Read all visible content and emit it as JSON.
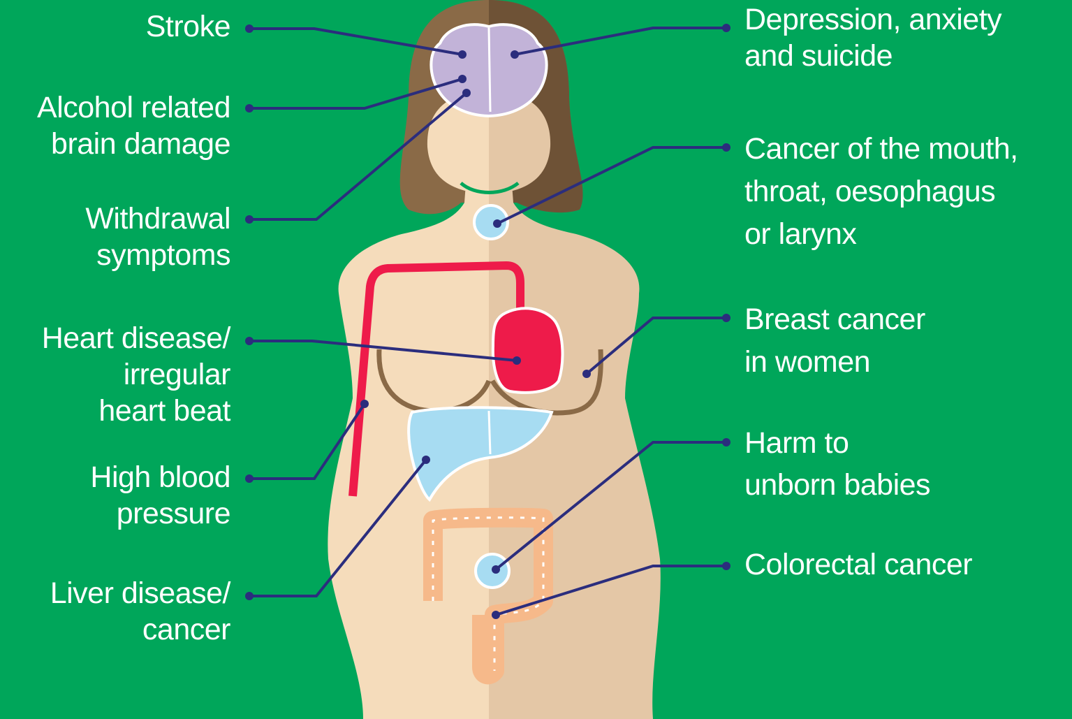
{
  "colors": {
    "background": "#00a65a",
    "skin_light": "#f5dcbb",
    "skin_shade": "#e4c7a6",
    "hair": "#7a5b3c",
    "brain": "#c2b3d8",
    "organ_blue": "#a7dcf2",
    "heart": "#ee1b4a",
    "colon": "#f6b98a",
    "leader_line": "#2b2d7d"
  },
  "labels": {
    "stroke": [
      "Stroke"
    ],
    "brain_damage": [
      "Alcohol related",
      "brain damage"
    ],
    "withdrawal": [
      "Withdrawal",
      "symptoms"
    ],
    "heart": [
      "Heart disease/",
      "irregular",
      "heart beat"
    ],
    "blood_pressure": [
      "High blood",
      "pressure"
    ],
    "liver": [
      "Liver disease/",
      "cancer"
    ],
    "depression": [
      "Depression, anxiety",
      "and suicide"
    ],
    "mouth_cancer": [
      "Cancer of the mouth,",
      "throat, oesophagus",
      "or larynx"
    ],
    "breast_cancer": [
      "Breast cancer",
      "in women"
    ],
    "unborn": [
      "Harm to",
      "unborn babies"
    ],
    "colorectal": [
      "Colorectal cancer"
    ]
  }
}
